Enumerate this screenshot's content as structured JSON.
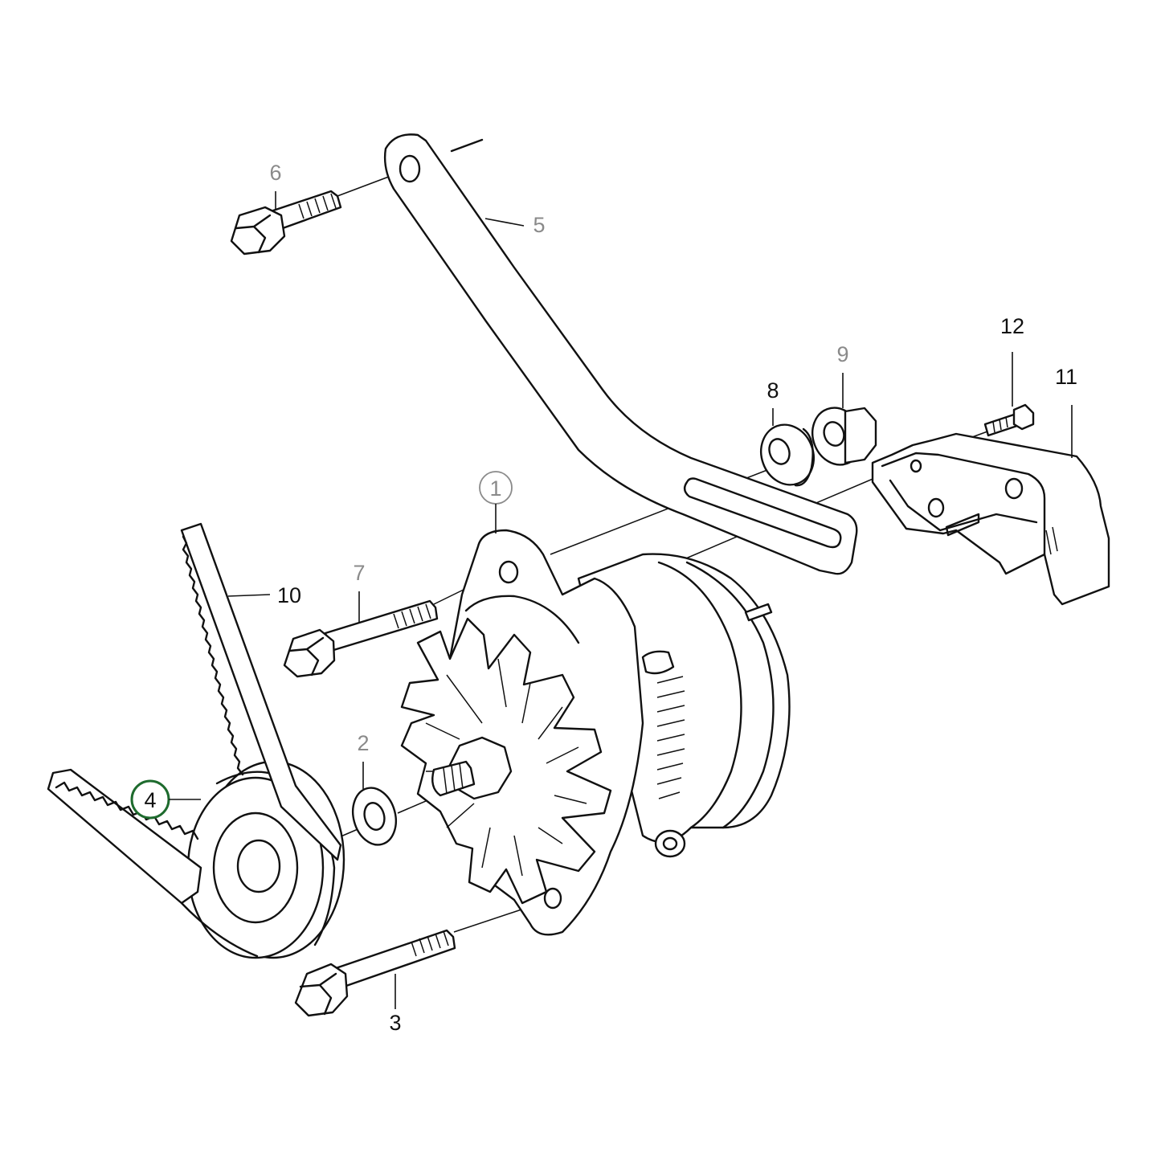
{
  "callouts": [
    {
      "id": "1",
      "label": "1",
      "style": "grey-circle"
    },
    {
      "id": "2",
      "label": "2",
      "style": "grey"
    },
    {
      "id": "3",
      "label": "3",
      "style": "plain"
    },
    {
      "id": "4",
      "label": "4",
      "style": "highlight-circle"
    },
    {
      "id": "5",
      "label": "5",
      "style": "grey"
    },
    {
      "id": "6",
      "label": "6",
      "style": "grey"
    },
    {
      "id": "7",
      "label": "7",
      "style": "grey"
    },
    {
      "id": "8",
      "label": "8",
      "style": "plain"
    },
    {
      "id": "9",
      "label": "9",
      "style": "grey"
    },
    {
      "id": "10",
      "label": "10",
      "style": "plain"
    },
    {
      "id": "11",
      "label": "11",
      "style": "plain"
    },
    {
      "id": "12",
      "label": "12",
      "style": "plain"
    }
  ],
  "colors": {
    "line": "#111111",
    "grey_label": "#8a8a8a",
    "highlight": "#1e6b2e",
    "background": "#ffffff"
  }
}
